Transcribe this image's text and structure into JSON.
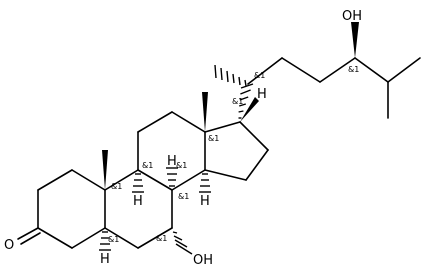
{
  "labels": {
    "hydroxyl_side_chain": "OH",
    "hydroxyl_c7": "OH",
    "ketone_oxygen": "O",
    "h_c17": "H",
    "h_c9": "H",
    "h_c8": "H",
    "h_c14": "H",
    "h_c5": "H"
  },
  "stereo_marks": {
    "c20": "&1",
    "c24": "&1",
    "c17": "&1",
    "c13": "&1",
    "c9": "&1",
    "c8": "&1",
    "c14": "&1",
    "c10": "&1",
    "c5": "&1",
    "c7": "&1"
  }
}
